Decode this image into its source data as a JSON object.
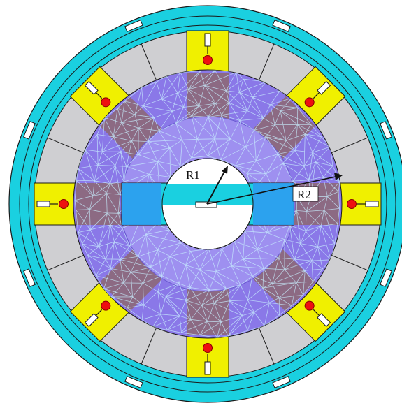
{
  "labels": {
    "r1": "R1",
    "r2": "R2"
  },
  "colors": {
    "outer_ring": "#1ad0e0",
    "stator_gray": "#cfcfd2",
    "coil_yellow": "#f0f000",
    "coil_marker_red": "#ee1010",
    "rotor_violet": "#8a78e8",
    "rotor_inner_violet": "#9e90f0",
    "pole_brown": "#8c6878",
    "shaft_cyan": "#1ad0e0",
    "shaft_blue": "#2f9cf0",
    "mesh_lines": "#c8f0ff",
    "outline": "#1a1a1a"
  },
  "counts": {
    "stator_slots": 8,
    "rotor_poles": 8
  }
}
